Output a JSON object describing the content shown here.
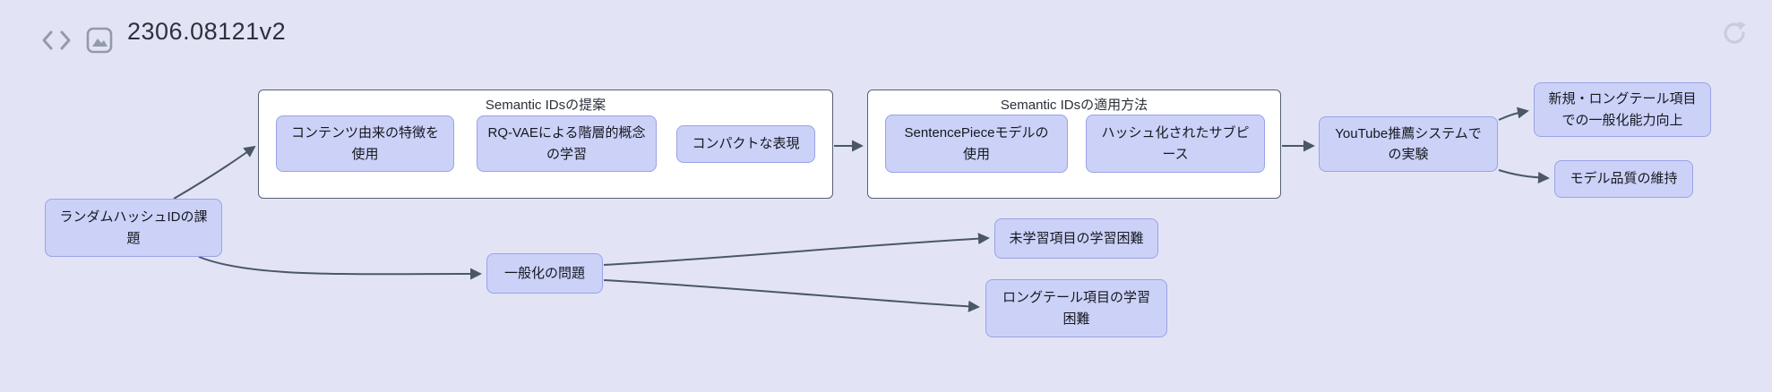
{
  "header": {
    "title": "2306.08121v2"
  },
  "colors": {
    "background": "#e2e4f5",
    "node_fill": "#ccd1f8",
    "node_border": "#9aa2e6",
    "container_fill": "#ffffff",
    "container_border": "#566070",
    "arrow": "#4a5766",
    "header_icon": "#949aa8",
    "refresh_icon": "#c9cdda"
  },
  "diagram": {
    "containers": [
      {
        "id": "semantic-ids-proposal",
        "title": "Semantic IDsの提案"
      },
      {
        "id": "semantic-ids-application",
        "title": "Semantic IDsの適用方法"
      }
    ],
    "nodes": [
      {
        "id": "random-hash",
        "label": "ランダムハッシュIDの課\n題"
      },
      {
        "id": "content-features",
        "label": "コンテンツ由来の特徴を\n使用"
      },
      {
        "id": "rq-vae",
        "label": "RQ-VAEによる階層的概念\nの学習"
      },
      {
        "id": "compact",
        "label": "コンパクトな表現"
      },
      {
        "id": "sentencepiece",
        "label": "SentencePieceモデルの\n使用"
      },
      {
        "id": "hashed-subpieces",
        "label": "ハッシュ化されたサブピ\nース"
      },
      {
        "id": "youtube-experiment",
        "label": "YouTube推薦システムで\nの実験"
      },
      {
        "id": "generalization-gain",
        "label": "新規・ロングテール項目\nでの一般化能力向上"
      },
      {
        "id": "model-quality",
        "label": "モデル品質の維持"
      },
      {
        "id": "generalization-problem",
        "label": "一般化の問題"
      },
      {
        "id": "unseen-items",
        "label": "未学習項目の学習困難"
      },
      {
        "id": "longtail-items",
        "label": "ロングテール項目の学習\n困難"
      }
    ],
    "edges": [
      {
        "from": "random-hash",
        "to": "semantic-ids-proposal"
      },
      {
        "from": "random-hash",
        "to": "generalization-problem"
      },
      {
        "from": "semantic-ids-proposal",
        "to": "semantic-ids-application"
      },
      {
        "from": "semantic-ids-application",
        "to": "youtube-experiment"
      },
      {
        "from": "youtube-experiment",
        "to": "generalization-gain"
      },
      {
        "from": "youtube-experiment",
        "to": "model-quality"
      },
      {
        "from": "generalization-problem",
        "to": "unseen-items"
      },
      {
        "from": "generalization-problem",
        "to": "longtail-items"
      }
    ]
  }
}
